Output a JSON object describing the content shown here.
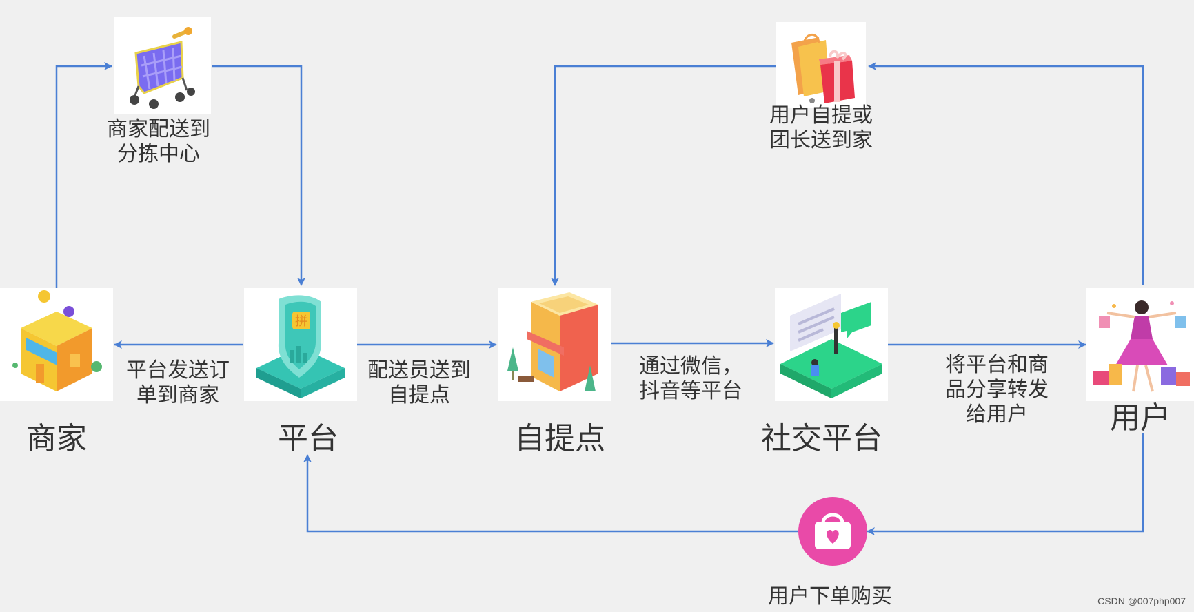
{
  "nodes": {
    "merchant": "商家",
    "platform": "平台",
    "pickup_point": "自提点",
    "social_platform": "社交平台",
    "user": "用户"
  },
  "edges": {
    "merchant_to_center": "商家配送到\n分拣中心",
    "platform_to_merchant": "平台发送订\n单到商家",
    "courier_to_pickup": "配送员送到\n自提点",
    "via_wechat": "通过微信，\n抖音等平台",
    "share_to_users": "将平台和商\n品分享转发\n给用户",
    "user_pickup_delivery": "用户自提或\n团长送到家",
    "user_order": "用户下单购买"
  },
  "icons": {
    "merchant": "shop-building-icon",
    "platform": "platform-badge-icon",
    "pickup_point": "storefront-icon",
    "social_platform": "chat-messages-icon",
    "user": "shopping-woman-icon",
    "sorting_center": "shopping-cart-icon",
    "delivery": "gift-bags-icon",
    "order": "shopping-bag-heart-icon"
  },
  "colors": {
    "arrow": "#4a7fd4",
    "background": "#f0f0f0"
  },
  "watermark": "CSDN @007php007"
}
